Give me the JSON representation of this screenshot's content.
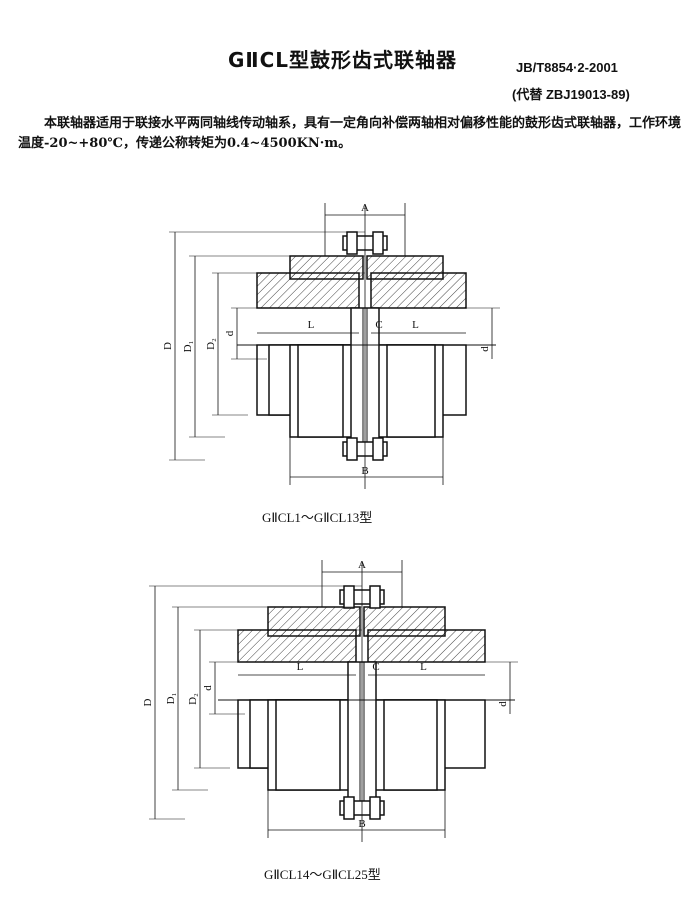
{
  "header": {
    "title": "GⅡCL型鼓形齿式联轴器",
    "standard": "JB/T8854·2-2001",
    "replaces": "(代替 ZBJ19013-89)"
  },
  "intro": "本联轴器适用于联接水平两同轴线传动轴系，具有一定角向补偿两轴相对偏移性能的鼓形齿式联轴器，工作环境温度-20~+80℃，传递公称转矩为0.4~4500KN·m。",
  "figures": [
    {
      "caption": "GⅡCL1～GⅡCL13型",
      "labels": {
        "A": "A",
        "B": "B",
        "C": "C",
        "L": "L",
        "D": "D",
        "D1": "D₁",
        "D2": "D₂",
        "d": "d"
      }
    },
    {
      "caption": "GⅡCL14～GⅡCL25型",
      "labels": {
        "A": "A",
        "B": "B",
        "C": "C",
        "L": "L",
        "D": "D",
        "D1": "D₁",
        "D2": "D₂",
        "d": "d"
      }
    }
  ]
}
